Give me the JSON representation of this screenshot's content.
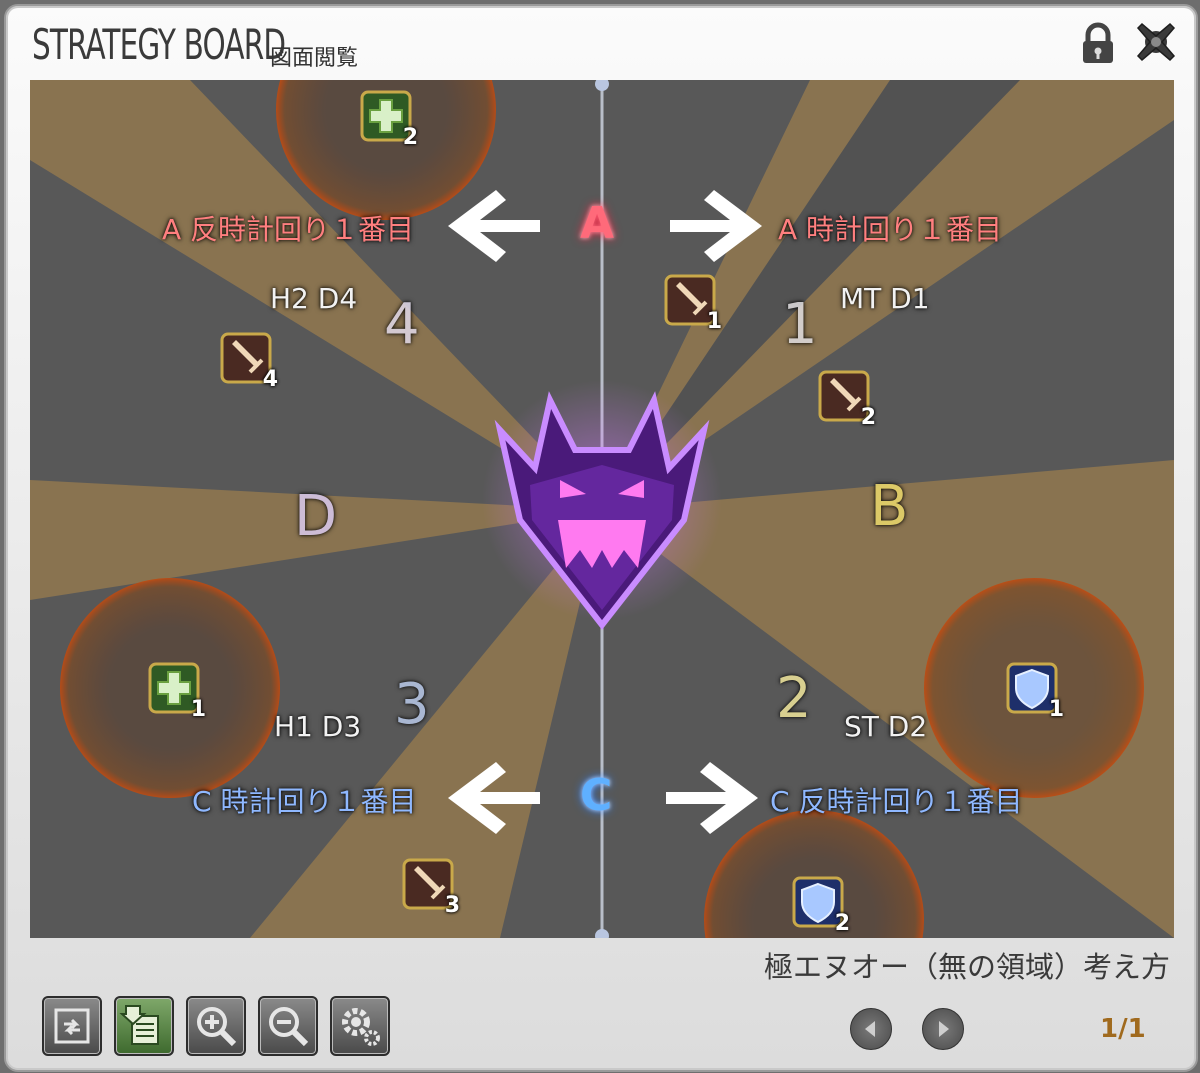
{
  "window": {
    "title": "STRATEGY BOARD",
    "subtitle": "図面閲覧"
  },
  "board": {
    "labels": {
      "a_ccw": "A 反時計回り１番目",
      "a_cw": "A 時計回り１番目",
      "c_cw": "C 時計回り１番目",
      "c_ccw": "C 反時計回り１番目",
      "h2d4": "H2 D4",
      "mtd1": "MT D1",
      "h1d3": "H1 D3",
      "std2": "ST D2"
    },
    "waymarks": {
      "A": "A",
      "B": "B",
      "C": "C",
      "D": "D",
      "one": "1",
      "two": "2",
      "three": "3",
      "four": "4"
    },
    "jobs": {
      "healer2": "2",
      "healer1": "1",
      "dps1": "1",
      "dps2": "2",
      "dps3": "3",
      "dps4": "4",
      "tank1": "1",
      "tank2": "2"
    },
    "boss_icon": "demon-face-icon"
  },
  "footer": {
    "board_name": "極エヌオー（無の領域）考え方",
    "page": "1/1"
  },
  "colors": {
    "waymark_a": "#ff5a6e",
    "waymark_c": "#5fb0ff",
    "waymark_b": "#e8d46a",
    "waymark_d": "#c9b8e8",
    "aoe_ring": "#b44a10",
    "boss": "#8a3bd6"
  }
}
